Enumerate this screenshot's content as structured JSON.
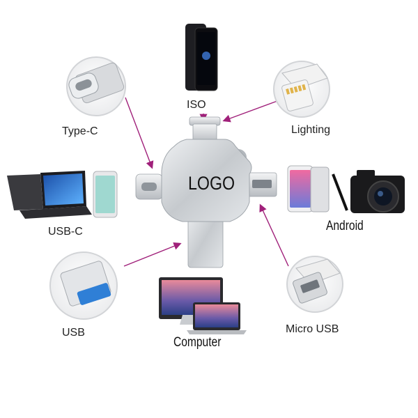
{
  "center_device": {
    "logo_text": "LOGO"
  },
  "labels": {
    "iso": "ISO",
    "lighting": "Lighting",
    "type_c": "Type-C",
    "usb_c": "USB-C",
    "android": "Android",
    "usb": "USB",
    "micro_usb": "Micro USB",
    "computer": "Computer"
  },
  "colors": {
    "arrow": "#a0207a",
    "metal": "#c9cdd2",
    "usb_blue": "#2f7fd6"
  }
}
